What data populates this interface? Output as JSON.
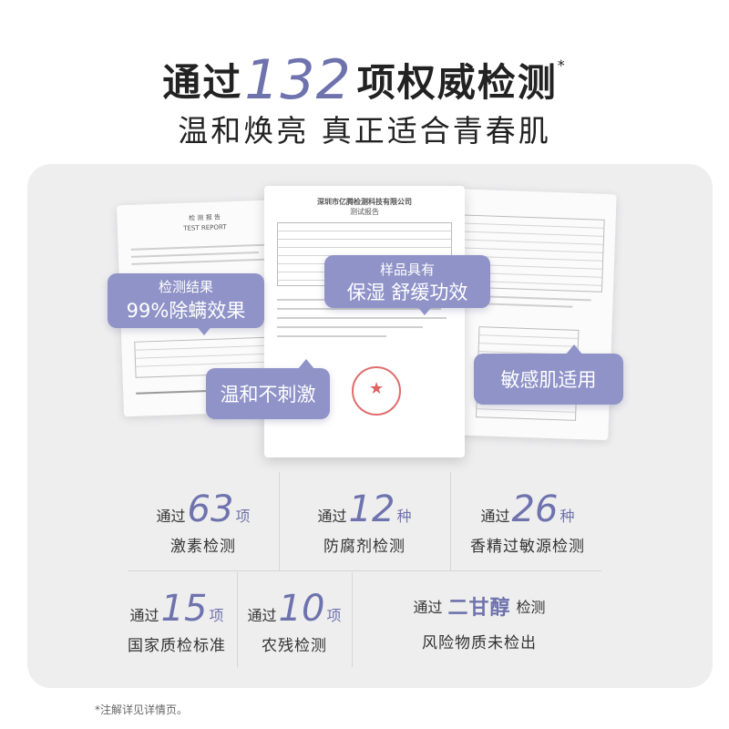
{
  "hero": {
    "line1_prefix": "通过",
    "line1_number": "132",
    "line1_suffix": "项权威检测",
    "line1_mark": "*",
    "line2": "温和焕亮 真正适合青春肌"
  },
  "documents": {
    "left_title": "检 测 报 告",
    "left_subtitle": "TEST REPORT",
    "center_title": "深圳市亿腾检测科技有限公司",
    "center_subtitle": "测试报告"
  },
  "bubbles": {
    "efficacy_label": "检测结果",
    "efficacy_value": "99%除螨效果",
    "sample_label": "样品具有",
    "sample_value": "保湿 舒缓功效",
    "mild": "温和不刺激",
    "sensitive": "敏感肌适用"
  },
  "stats": [
    {
      "prefix": "通过",
      "number": "63",
      "unit": "项",
      "desc": "激素检测"
    },
    {
      "prefix": "通过",
      "number": "12",
      "unit": "种",
      "desc": "防腐剂检测"
    },
    {
      "prefix": "通过",
      "number": "26",
      "unit": "种",
      "desc": "香精过敏源检测"
    },
    {
      "prefix": "通过",
      "number": "15",
      "unit": "项",
      "desc": "国家质检标准"
    },
    {
      "prefix": "通过",
      "number": "10",
      "unit": "项",
      "desc": "农残检测"
    },
    {
      "prefix": "通过",
      "number": "二甘醇",
      "unit": "检测",
      "desc": "风险物质未检出"
    }
  ],
  "footnote": "*注解详见详情页。",
  "colors": {
    "accent": "#6f73ad",
    "bubble": "#8f93c8",
    "panel": "#eeeeef"
  }
}
